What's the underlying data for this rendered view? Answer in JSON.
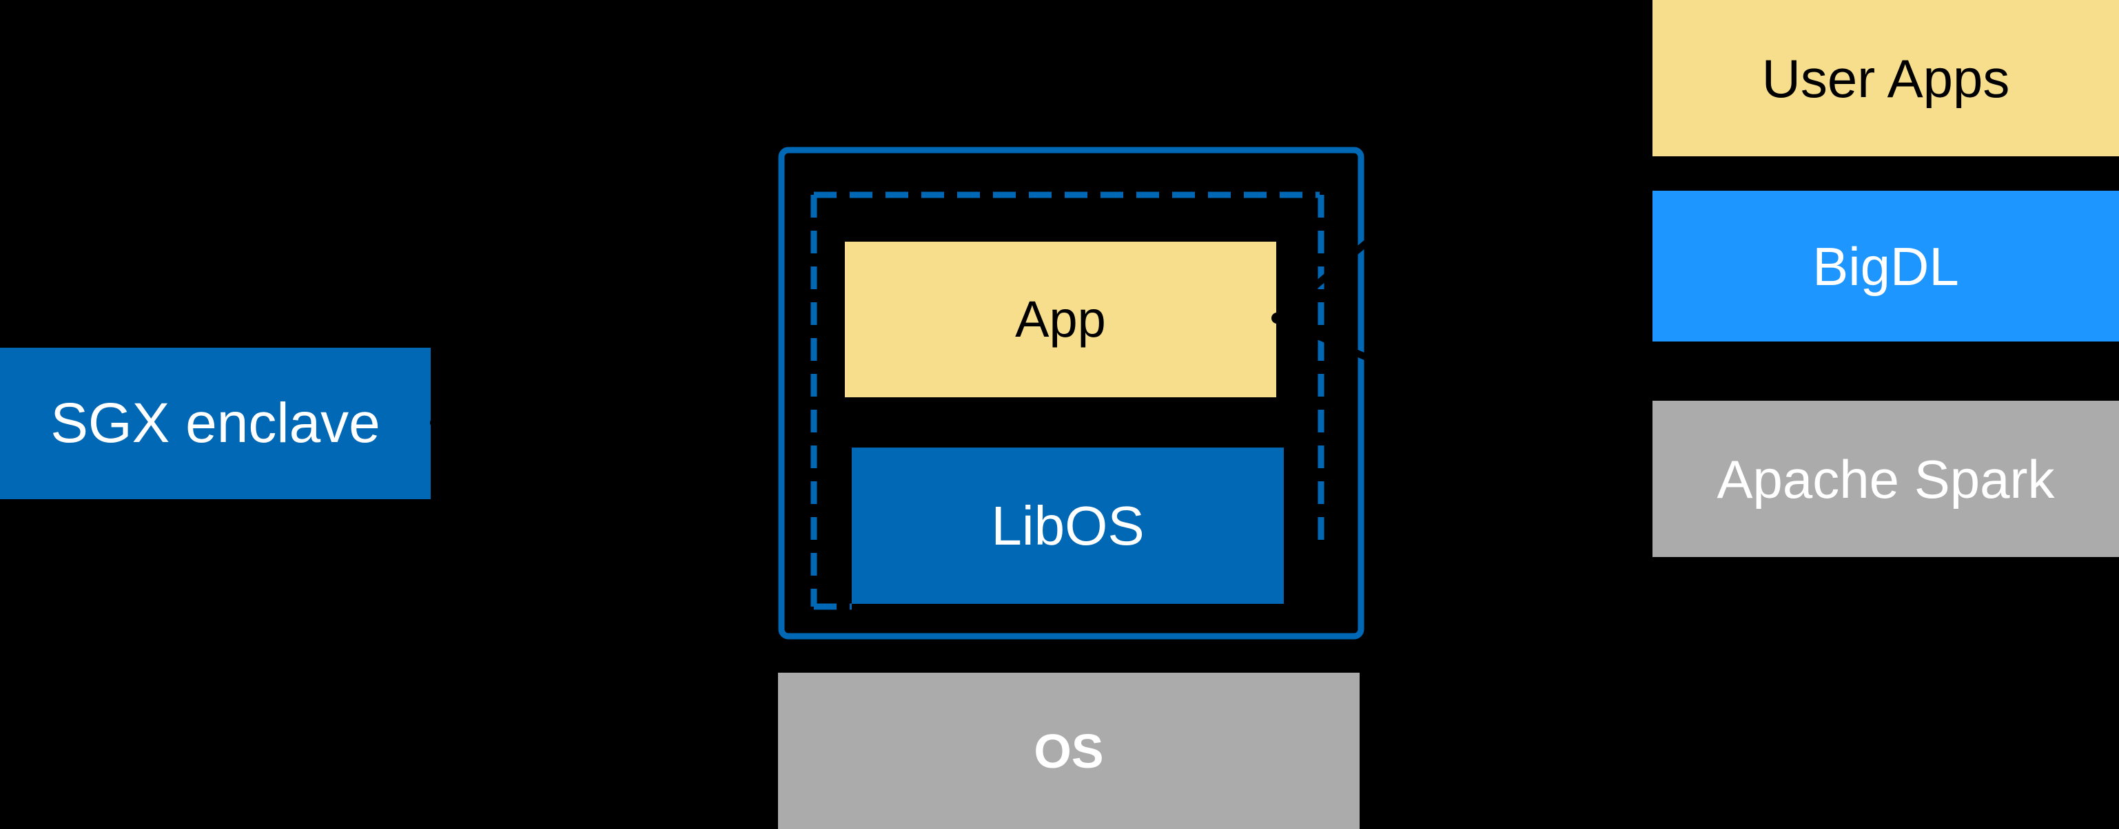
{
  "colors": {
    "intel_blue": "#0068B5",
    "bigdl_blue": "#1E96FF",
    "yellow": "#F6DE8D",
    "gray": "#ABABAB",
    "white": "#FFFFFF",
    "black": "#000000"
  },
  "diagram": {
    "left": {
      "sgx_label": "SGX enclave"
    },
    "center": {
      "app_label": "App",
      "libos_label": "LibOS",
      "os_label": "OS"
    },
    "right_stack": {
      "user_apps_label": "User Apps",
      "bigdl_label": "BigDL",
      "spark_label": "Apache Spark"
    }
  }
}
